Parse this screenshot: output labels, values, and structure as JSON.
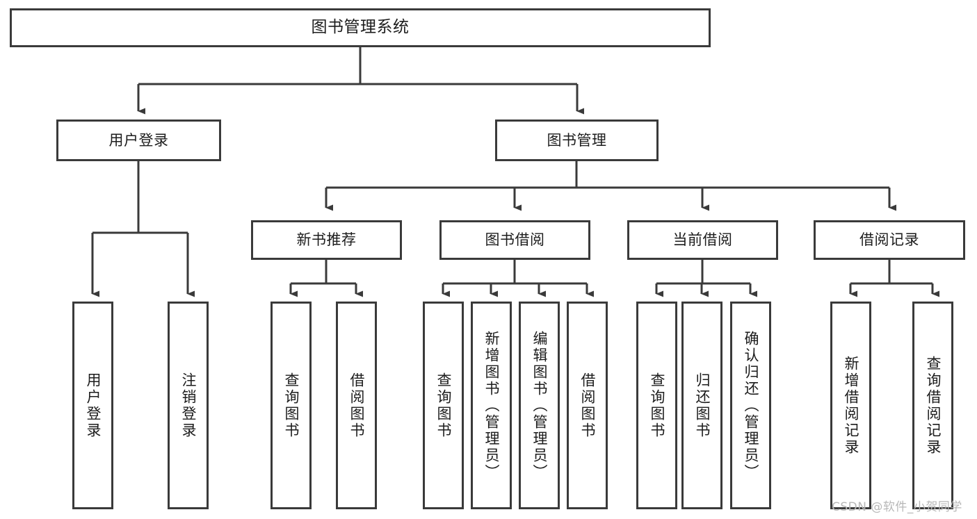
{
  "diagram": {
    "type": "tree-hierarchy",
    "title": "图书管理系统",
    "root": {
      "id": "root",
      "label": "图书管理系统"
    },
    "level1": [
      {
        "id": "user-login",
        "label": "用户登录"
      },
      {
        "id": "book-manage",
        "label": "图书管理"
      }
    ],
    "level2": [
      {
        "id": "new-book-recommend",
        "label": "新书推荐",
        "parent": "book-manage"
      },
      {
        "id": "book-borrow",
        "label": "图书借阅",
        "parent": "book-manage"
      },
      {
        "id": "current-borrow",
        "label": "当前借阅",
        "parent": "book-manage"
      },
      {
        "id": "borrow-record",
        "label": "借阅记录",
        "parent": "book-manage"
      }
    ],
    "leaves": [
      {
        "id": "leaf-user-login",
        "label": "用户登录",
        "parent": "user-login"
      },
      {
        "id": "leaf-logout-login",
        "label": "注销登录",
        "parent": "user-login"
      },
      {
        "id": "leaf-query-book-1",
        "label": "查询图书",
        "parent": "new-book-recommend"
      },
      {
        "id": "leaf-borrow-book-1",
        "label": "借阅图书",
        "parent": "new-book-recommend"
      },
      {
        "id": "leaf-query-book-2",
        "label": "查询图书",
        "parent": "book-borrow"
      },
      {
        "id": "leaf-add-book",
        "label": "新增图书（管理员）",
        "parent": "book-borrow"
      },
      {
        "id": "leaf-edit-book",
        "label": "编辑图书（管理员）",
        "parent": "book-borrow"
      },
      {
        "id": "leaf-borrow-book-2",
        "label": "借阅图书",
        "parent": "book-borrow"
      },
      {
        "id": "leaf-query-book-3",
        "label": "查询图书",
        "parent": "current-borrow"
      },
      {
        "id": "leaf-return-book",
        "label": "归还图书",
        "parent": "current-borrow"
      },
      {
        "id": "leaf-confirm-return",
        "label": "确认归还（管理员）",
        "parent": "current-borrow"
      },
      {
        "id": "leaf-add-record",
        "label": "新增借阅记录",
        "parent": "borrow-record"
      },
      {
        "id": "leaf-query-record",
        "label": "查询借阅记录",
        "parent": "borrow-record"
      }
    ],
    "colors": {
      "stroke": "#3a3a3a",
      "fill": "#ffffff",
      "text": "#1c1c1c",
      "watermark": "#b8b8b8"
    }
  },
  "watermark": {
    "text": "CSDN @软件_小贺同学"
  }
}
